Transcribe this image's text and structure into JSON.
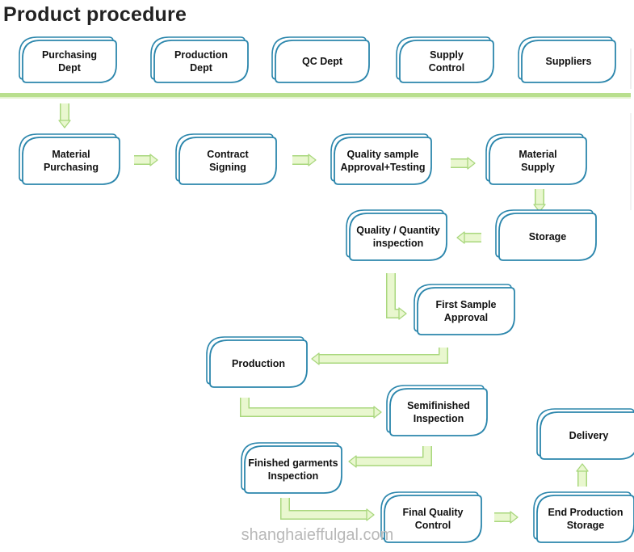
{
  "title": "Product procedure",
  "departments": [
    {
      "id": "d1",
      "label": "Purchasing\nDept"
    },
    {
      "id": "d2",
      "label": "Production\nDept"
    },
    {
      "id": "d3",
      "label": "QC Dept"
    },
    {
      "id": "d4",
      "label": "Supply\nControl"
    },
    {
      "id": "d5",
      "label": "Suppliers"
    }
  ],
  "steps": [
    {
      "id": "s1",
      "label": "Material\nPurchasing"
    },
    {
      "id": "s2",
      "label": "Contract\nSigning"
    },
    {
      "id": "s3",
      "label": "Quality sample\nApproval+Testing"
    },
    {
      "id": "s4",
      "label": "Material\nSupply"
    },
    {
      "id": "s5",
      "label": "Storage"
    },
    {
      "id": "s6",
      "label": "Quality / Quantity\ninspection"
    },
    {
      "id": "s7",
      "label": "First Sample\nApproval"
    },
    {
      "id": "s8",
      "label": "Production"
    },
    {
      "id": "s9",
      "label": "Semifinished\nInspection"
    },
    {
      "id": "s10",
      "label": "Finished garments\nInspection"
    },
    {
      "id": "s11",
      "label": "Final Quality\nControl"
    },
    {
      "id": "s12",
      "label": "End Production\nStorage"
    },
    {
      "id": "s13",
      "label": "Delivery"
    }
  ],
  "watermark": "shanghaieffulgal.com",
  "colors": {
    "box_border": "#2b86ac",
    "arrow_fill": "#e9f7cf",
    "arrow_stroke": "#a9d77d",
    "divider": "#b9df8e"
  }
}
